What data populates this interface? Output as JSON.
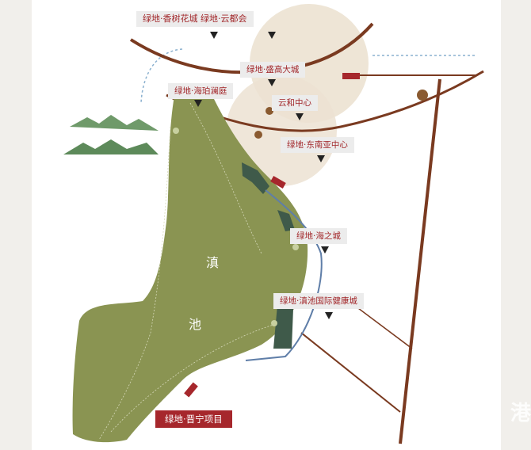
{
  "map": {
    "lake_name_chars": [
      "滇",
      "池"
    ],
    "labels": [
      {
        "id": "xiangshu-yundu",
        "text": "绿地·香树花城  绿地·云都会"
      },
      {
        "id": "shenggao",
        "text": "绿地·盛高大城"
      },
      {
        "id": "haibolan",
        "text": "绿地·海珀澜庭"
      },
      {
        "id": "yunhe",
        "text": "云和中心"
      },
      {
        "id": "dongnanya",
        "text": "绿地·东南亚中心"
      },
      {
        "id": "haizhicheng",
        "text": "绿地·海之城"
      },
      {
        "id": "dianchi-health",
        "text": "绿地·滇池国际健康城"
      },
      {
        "id": "jinning",
        "text": "绿地·晋宁项目"
      }
    ],
    "watermark": "港",
    "colors": {
      "lake": "#8a9452",
      "road": "#7a3a20",
      "label_text": "#a2272a",
      "featured_label_bg": "#a6272c",
      "city_area": "#ece2d2"
    }
  }
}
